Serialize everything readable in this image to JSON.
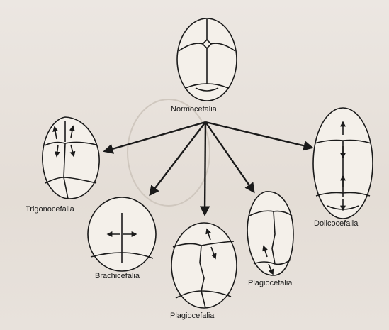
{
  "labels": {
    "normocefalia": "Normocefalia",
    "trigonocefalia": "Trigonocefalia",
    "brachicefalia": "Brachicefalia",
    "plagiocefalia_center": "Plagiocefalia",
    "plagiocefalia_right": "Plagiocefalia",
    "dolicocefalia": "Dolicocefalia"
  },
  "colors": {
    "paper": "#e9e3dd",
    "ink": "#1a1a1a",
    "skull_fill": "#f4f0ea",
    "watermark": "#c9c1b8"
  }
}
